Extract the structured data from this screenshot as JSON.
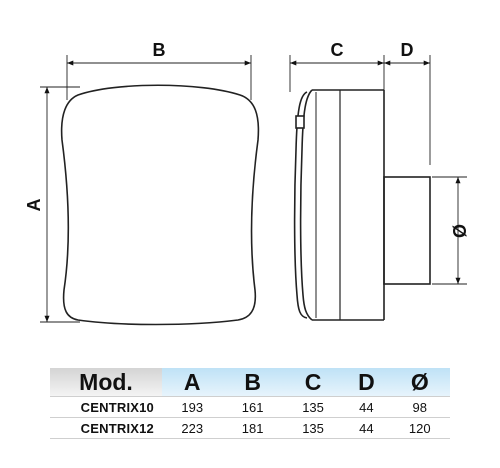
{
  "dimensions": {
    "a": "A",
    "b": "B",
    "c": "C",
    "d": "D",
    "diameter": "Ø"
  },
  "table": {
    "headers": [
      "Mod.",
      "A",
      "B",
      "C",
      "D",
      "Ø"
    ],
    "rows": [
      {
        "model": "CENTRIX10",
        "values": [
          "193",
          "161",
          "135",
          "44",
          "98"
        ]
      },
      {
        "model": "CENTRIX12",
        "values": [
          "223",
          "181",
          "135",
          "44",
          "120"
        ]
      }
    ]
  }
}
